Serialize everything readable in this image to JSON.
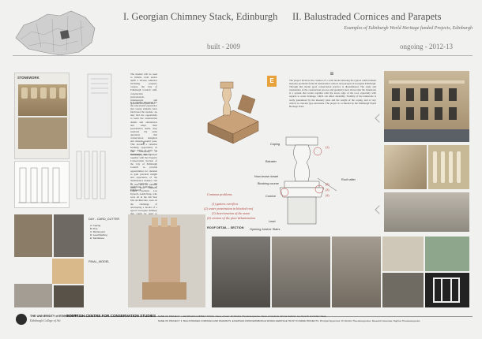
{
  "titles": {
    "project1": "I. Georgian Chimney Stack, Edinburgh",
    "project2": "II. Balustraded Cornices and Parapets",
    "project2_subtitle": "Examples of Edinburgh World Heritage funded Projects, Edinburgh",
    "built": "built - 2009",
    "ongoing": "ongoing - 2012-13"
  },
  "stonework_label": "STONEWORK",
  "section_markers": {
    "i": "I",
    "ii": "II"
  },
  "project1_text": {
    "p1": "The models will be used to inform, train and/or uplift a diverse audience including property owners, the City of Edinburgh Council staff, construction professionals, tradespeople and apprentices in particular.",
    "p2": "It is equally important for the educational experience that young students have fabricated the models. As they had the opportunity to learn the construction details and alternatives and adapt their presentation skills, they explored the same questions that conservation designers and masons would pose. This became a valuable learning opportunity in these times of crisis for the building industry.",
    "p3": "The University of Edinburgh has worked together with the Property Conservation Section of the City of Edinburgh Council to provide opportunities for students to gain practical insight and experience of the maintenance industry and in particular, the traditional buildings of Edinburgh.",
    "p4": "To that end, in summer 2009, three students, Emma Garland, Lee Kynoch, Adam Neep, who were all in the 4th Year MA Architecture, took on the challenge of developing a model of a typical Georgian chimney that could be used to demonstrate its intricate construction nature, the particular building details and the interaction between the various elements. The precise fabrication of scale highlighted the importance of this stone drawing in the visual effect and durability of such elements, as also the importance of careful maintenance of the chimney flue."
  },
  "project2_text": "The project involves the creation of a scale model showing the typical reinforcement masonry problems found in balustraded cornices and parapets in Georgian Edinburgh. Through this model good conservation practice is disseminated. The study and explanation of the construction process and geometry have shown that the balustrade is a system that works together with the lower edge of the roof, especially with regards to water drainage, which can affect durability. Stability of the balustrade is really guaranteed by the masonry piers and the weight of the coping, and is very critical to crescent type elevations. The project is co-funded by the Edinburgh World Heritage Trust.",
  "diagram_labels": {
    "coping": "Coping",
    "baluster": "Baluster",
    "now_brown_dowel": "Now-brown dowel",
    "blocking_course": "Blocking course",
    "cornice": "Cornice",
    "lead": "Lead",
    "opening_joint": "Opening Joist/or Stairs",
    "roof_rafter": "Roof rafter",
    "n1": "(1)",
    "n2": "(2)",
    "n3": "(3)",
    "n4": "(4)",
    "section": "ROOF DETAIL – SECTION"
  },
  "problems": {
    "heading": "Common problems",
    "items": [
      "(1) gutters overflow",
      "(2) water penetration in blocked roof",
      "(3) deterioration of the stone",
      "(4) erosion of the pins/ delamination"
    ]
  },
  "bottom_labels": {
    "l1": "DAY - CARD_CUTTER",
    "l2": "FINAL_MODEL",
    "legend": [
      "A: Coping",
      "B: Flue",
      "C: Mortar joint",
      "D: Lead flashing",
      "E: Sandstone"
    ]
  },
  "footer": {
    "uni": "THE UNIVERSITY of EDINBURGH",
    "college": "Edinburgh College of Art",
    "centre": "SCOTTISH CENTRE FOR CONSERVATION STUDIES",
    "line1": "NAME OF PROJECT: I. GEORGIAN CHIMNEY STACK. Name of tutor: Dr Dimitris Theodossopoulos. Name of students: Emma Garland, Lee Kynoch and Adam Neep",
    "line2": "NAME OF PROJECT: II. BALUSTRADED CORNICES AND PARAPETS. EXAMPLES FROM EDINBURGH WORLD HERITAGE TRUST FUNDED PROJECTS. Principal Supervisor: Dr Dimitris Theodossopoulos. Research Associate: Daphne Theodossopoulos"
  }
}
